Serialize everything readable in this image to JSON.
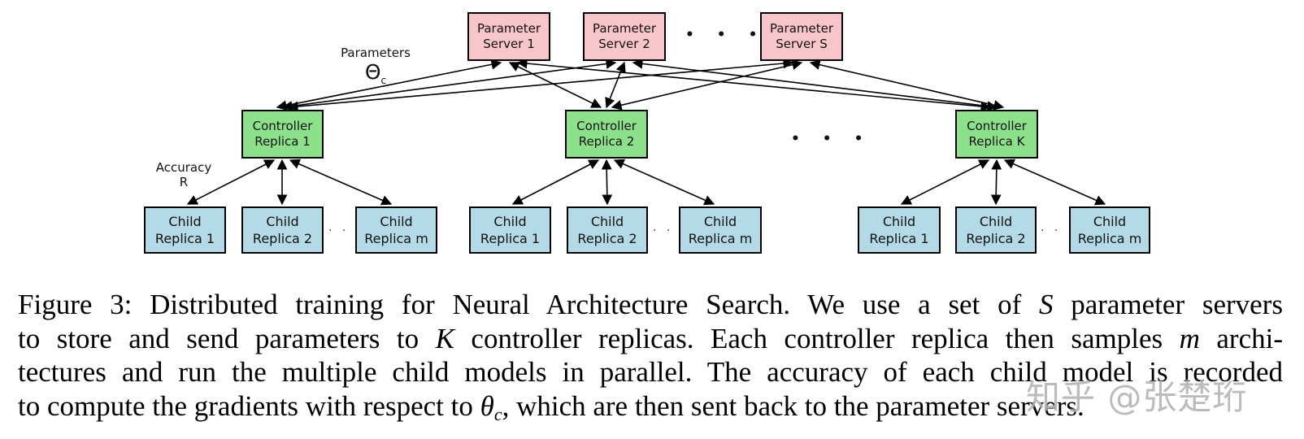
{
  "figure": {
    "nodes": {
      "parameter_servers": [
        {
          "line1": "Parameter",
          "line2": "Server 1"
        },
        {
          "line1": "Parameter",
          "line2": "Server 2"
        },
        {
          "line1": "Parameter",
          "line2": "Server S"
        }
      ],
      "controller_replicas": [
        {
          "line1": "Controller",
          "line2": "Replica 1"
        },
        {
          "line1": "Controller",
          "line2": "Replica 2"
        },
        {
          "line1": "Controller",
          "line2": "Replica K"
        }
      ],
      "child_groups": [
        [
          {
            "line1": "Child",
            "line2": "Replica 1"
          },
          {
            "line1": "Child",
            "line2": "Replica 2"
          },
          {
            "line1": "Child",
            "line2": "Replica m"
          }
        ],
        [
          {
            "line1": "Child",
            "line2": "Replica 1"
          },
          {
            "line1": "Child",
            "line2": "Replica 2"
          },
          {
            "line1": "Child",
            "line2": "Replica m"
          }
        ],
        [
          {
            "line1": "Child",
            "line2": "Replica 1"
          },
          {
            "line1": "Child",
            "line2": "Replica 2"
          },
          {
            "line1": "Child",
            "line2": "Replica m"
          }
        ]
      ]
    },
    "labels": {
      "parameters": "Parameters",
      "theta_symbol": "Θ",
      "theta_subscript": "c",
      "accuracy": "Accuracy",
      "accuracy_symbol": "R"
    },
    "ellipsis_large": "• • •",
    "ellipsis_small": "· · ·",
    "colors": {
      "server_fill": "#F8C5CA",
      "controller_fill": "#8DE18B",
      "child_fill": "#B5DAE7",
      "border": "#000000",
      "arrow": "#000000"
    }
  },
  "caption": {
    "lines": [
      [
        {
          "text": "Figure 3: Distributed training for Neural Architecture Search. We use a set of "
        },
        {
          "text": "S",
          "italic": true
        },
        {
          "text": " parameter servers"
        }
      ],
      [
        {
          "text": "to store and send parameters to "
        },
        {
          "text": "K",
          "italic": true
        },
        {
          "text": " controller replicas. Each controller replica then samples "
        },
        {
          "text": "m",
          "italic": true
        },
        {
          "text": " archi-"
        }
      ],
      [
        {
          "text": "tectures and run the multiple child models in parallel. The accuracy of each child model is recorded"
        }
      ],
      [
        {
          "text": "to compute the gradients with respect to "
        },
        {
          "text": "θ",
          "italic": true
        },
        {
          "text": "c",
          "italic": true,
          "subscript": true
        },
        {
          "text": ", which are then sent back to the parameter servers."
        }
      ]
    ]
  },
  "watermark": {
    "text": "知乎 @张楚珩"
  }
}
